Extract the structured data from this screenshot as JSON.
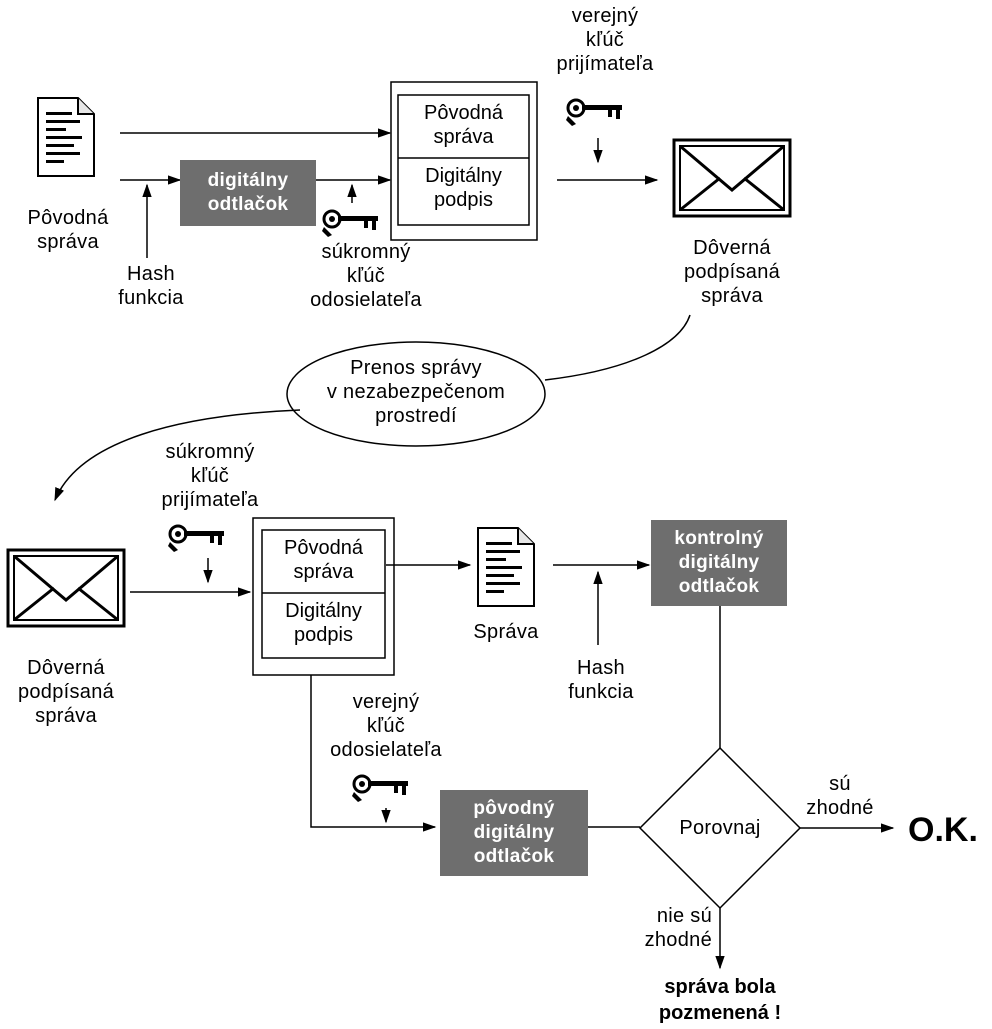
{
  "top": {
    "doc_label": "Pôvodná\nsprávа",
    "hash_label": "Hash\nfunkcia",
    "fingerprint": "digitálny\nodtlačok",
    "private_key_label": "súkromný\nkľúč\nodosielateľa",
    "public_key_label": "verejný\nkľúč\nprijímateľa",
    "box_message": "Pôvodná\nsprávа",
    "box_signature": "Digitálny\npodpis",
    "envelope_label": "Dôverná\npodpísaná\nsprávа"
  },
  "transfer": {
    "ellipse_label": "Prenos správy\nv nezabezpečenom\nprostredí"
  },
  "bottom": {
    "envelope_label": "Dôverná\npodpísaná\nsprávа",
    "private_key_label": "súkromný\nkľúč\nprijímateľa",
    "box_message": "Pôvodná\nsprávа",
    "box_signature": "Digitálny\npodpis",
    "doc_label": "Správa",
    "hash_label": "Hash\nfunkcia",
    "control_fingerprint": "kontrolný\ndigitálny\nodtlačok",
    "public_key_label": "verejný\nkľúč\nodosielateľa",
    "original_fingerprint": "pôvodný\ndigitálny\nodtlačok",
    "compare_label": "Porovnaj",
    "match_label": "sú\nzhodné",
    "ok_label": "O.K.",
    "nomatch_label": "nie sú\nzhodné",
    "modified_label": "správa bola\npozmenená !"
  }
}
